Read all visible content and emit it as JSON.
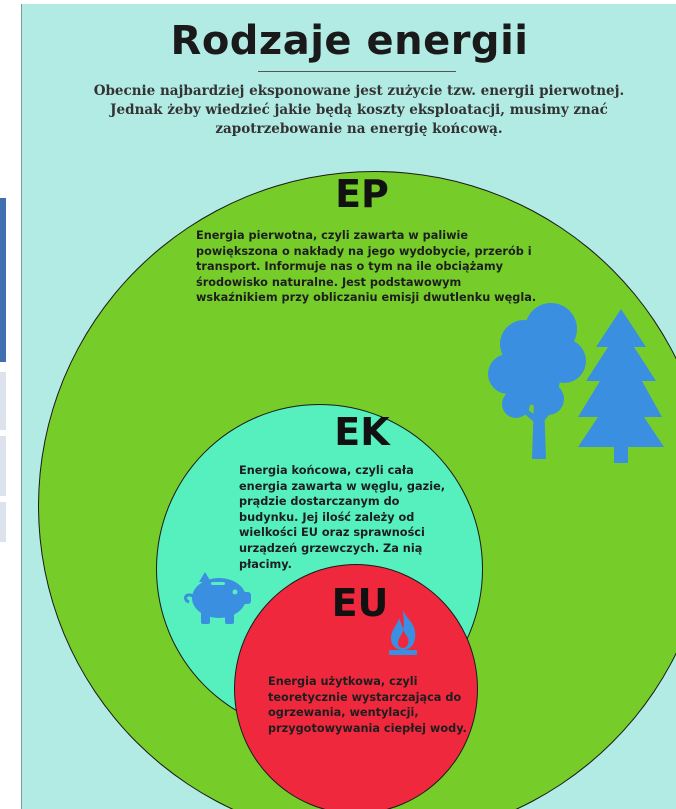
{
  "title": "Rodzaje energii",
  "subtitle": "Obecnie najbardziej eksponowane jest zużycie tzw. energii pierwotnej. Jednak żeby wiedzieć jakie będą koszty eksploatacji, musimy znać zapotrzebowanie na energię końcową.",
  "ep": {
    "label": "EP",
    "description": "Energia pierwotna, czyli zawarta w paliwie powiększona o nakłady na jego wydobycie, przerób i transport. Informuje nas o tym na ile obciążamy środowisko naturalne. Jest podstawowym wskaźnikiem przy obliczaniu emisji dwutlenku węgla."
  },
  "ek": {
    "label": "EK",
    "description": "Energia końcowa, czyli cała energia zawarta w węglu, gazie, prądzie dostarczanym do budynku. Jej ilość zależy od wielkości EU oraz sprawności urządzeń grzewczych. Za nią płacimy."
  },
  "eu": {
    "label": "EU",
    "description": "Energia użytkowa, czyli teoretycznie wystarczająca do ogrzewania, wentylacji, przygotowywania ciepłej wody."
  },
  "icons": {
    "trees": "trees-icon",
    "piggy": "piggy-bank-icon",
    "flame": "gas-flame-icon"
  },
  "colors": {
    "background": "#b2ebe4",
    "ep_circle": "#76cd2a",
    "ek_circle": "#55f0be",
    "eu_circle": "#f0283e",
    "icons": "#3a8fe0"
  }
}
